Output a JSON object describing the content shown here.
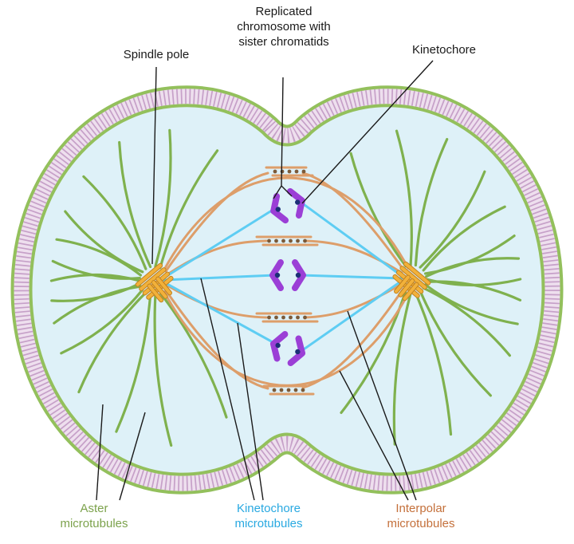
{
  "diagram": {
    "labels": {
      "spindle_pole": "Spindle pole",
      "replicated_chromosome": "Replicated chromosome with sister chromatids",
      "kinetochore": "Kinetochore",
      "aster_microtubules": "Aster microtubules",
      "kinetochore_microtubules": "Kinetochore microtubules",
      "interpolar_microtubules": "Interpolar microtubules"
    },
    "label_colors": {
      "default": "#1a1a1a",
      "aster_microtubules": "#7ca24c",
      "kinetochore_microtubules": "#29a9e1",
      "interpolar_microtubules": "#c4703b"
    },
    "structure_colors": {
      "cytoplasm": "#def1f8",
      "membrane_outline": "#93c05c",
      "membrane_band": "#eedfee",
      "membrane_ticks": "#c6a0c8",
      "aster_microtubule": "#7fb14e",
      "interpolar_microtubule": "#dd9e6a",
      "kinetochore_microtubule": "#5ecdf3",
      "motor_dot": "#7c5a38",
      "chromosome": "#9b3fd6",
      "kinetochore_dot": "#1c2f77",
      "centrosome": "#f2b13a",
      "leader_line": "#1a1a1a"
    }
  }
}
